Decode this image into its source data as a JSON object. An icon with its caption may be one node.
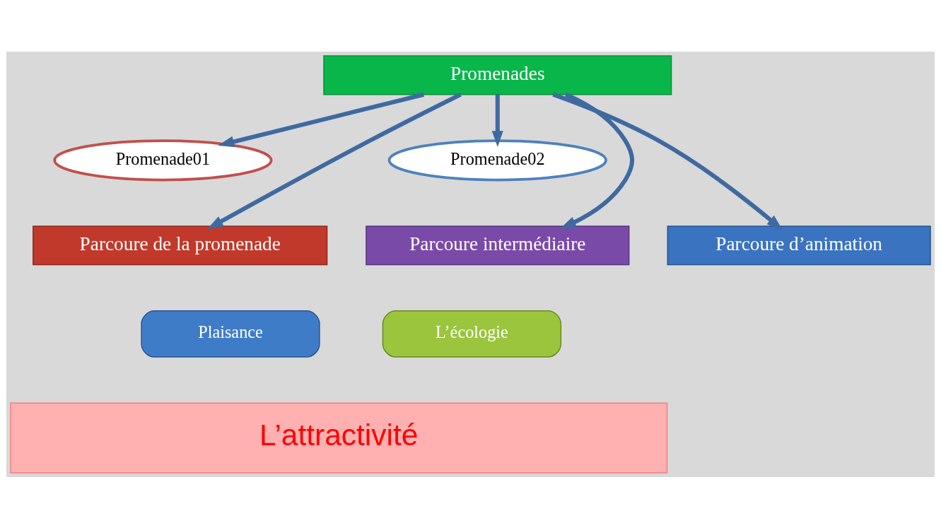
{
  "diagram": {
    "nodes": [
      {
        "text": [
          "Promenades"
        ]
      },
      {
        "text": [
          "Promenade01"
        ]
      },
      {
        "text": [
          "Promenade02"
        ]
      },
      {
        "text": [
          "Parcoure de la promenade"
        ]
      },
      {
        "text": [
          "Parcoure d’animation"
        ]
      },
      {
        "text": [
          "Parcoure intermédiaire"
        ]
      },
      {
        "text": [
          "Plaisance"
        ]
      },
      {
        "text": [
          "L’écologie"
        ]
      },
      {
        "text": [
          "L’attractivité"
        ]
      }
    ],
    "edges": [
      {
        "from": 0,
        "to": 1,
        "arrow": "to"
      },
      {
        "from": 0,
        "to": 2,
        "arrow": "to"
      },
      {
        "from": 0,
        "to": 3,
        "arrow": "to"
      },
      {
        "from": 0,
        "to": 4,
        "arrow": "to"
      },
      {
        "from": 0,
        "to": 5,
        "arrow": "to"
      }
    ]
  }
}
